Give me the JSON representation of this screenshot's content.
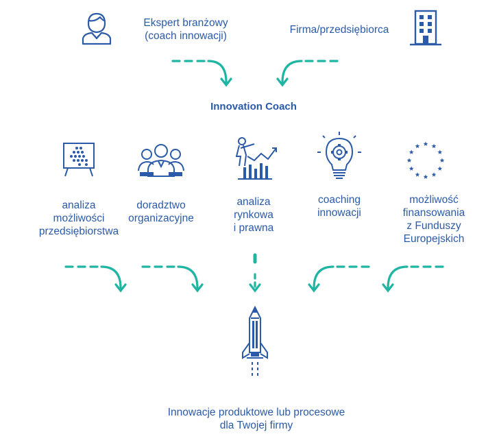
{
  "top": {
    "expert": {
      "lines": [
        "Ekspert branżowy",
        "(coach innowacji)"
      ],
      "icon": "person-icon"
    },
    "company": {
      "label": "Firma/przedsiębiorca",
      "icon": "building-icon"
    }
  },
  "center_title": "Innovation Coach",
  "services": [
    {
      "lines": [
        "analiza",
        "możliwości",
        "przedsiębiorstwa"
      ],
      "icon": "presentation-board-icon"
    },
    {
      "lines": [
        "doradztwo",
        "organizacyjne"
      ],
      "icon": "team-icon"
    },
    {
      "lines": [
        "analiza",
        "rynkowa",
        "i prawna"
      ],
      "icon": "market-analysis-icon"
    },
    {
      "lines": [
        "coaching",
        "innowacji"
      ],
      "icon": "lightbulb-icon"
    },
    {
      "lines": [
        "możliwość",
        "finansowania",
        "z Funduszy",
        "Europejskich"
      ],
      "icon": "eu-flag-icon"
    }
  ],
  "result": {
    "lines": [
      "Innowacje produktowe lub procesowe",
      "dla Twojej firmy"
    ],
    "icon": "rocket-icon"
  },
  "colors": {
    "text": "#2b5aa8",
    "arrow": "#1fb5a3",
    "icon_stroke": "#2b5aa8"
  }
}
